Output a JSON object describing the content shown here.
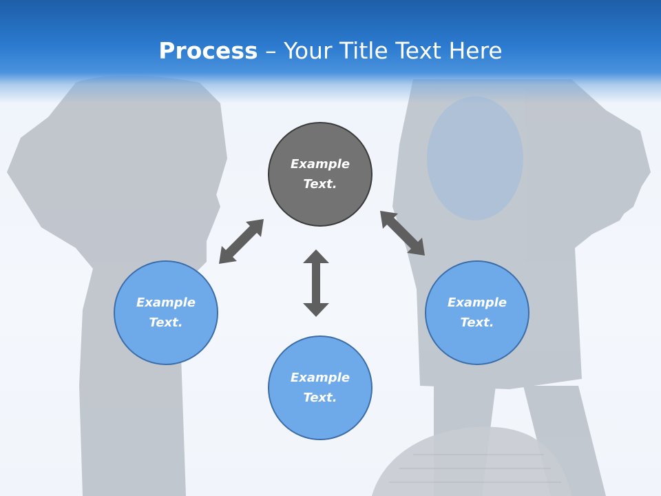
{
  "slide": {
    "title_bold": "Process",
    "title_rest": " – Your Title Text Here"
  },
  "diagram": {
    "nodes": {
      "top": {
        "line1": "Example",
        "line2": "Text.",
        "color": "#737373"
      },
      "left": {
        "line1": "Example",
        "line2": "Text.",
        "color": "#6eaaea"
      },
      "right": {
        "line1": "Example",
        "line2": "Text.",
        "color": "#6eaaea"
      },
      "bottom": {
        "line1": "Example",
        "line2": "Text.",
        "color": "#6eaaea"
      }
    },
    "arrow_color": "#5f5f5f",
    "connections": [
      {
        "from": "top",
        "to": "left",
        "direction": "both"
      },
      {
        "from": "top",
        "to": "right",
        "direction": "both"
      },
      {
        "from": "top",
        "to": "bottom",
        "direction": "both"
      }
    ]
  },
  "background": {
    "image": "fitness-silhouettes",
    "header_color": "#2c7bd0"
  }
}
